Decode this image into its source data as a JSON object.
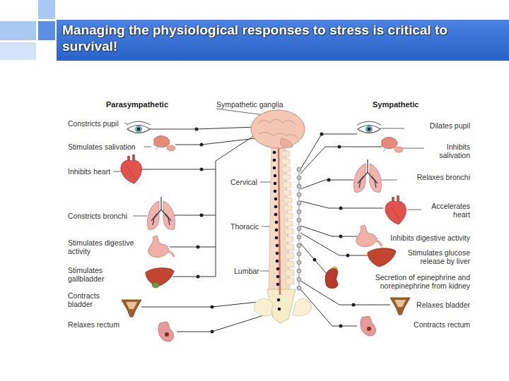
{
  "diagram": {
    "title": "Managing the physiological responses to stress is critical to survival!",
    "labels": [
      "Parasympathetic",
      "Sympathetic ganglia",
      "Sympathetic",
      "Constricts pupil",
      "Stimulates salivation",
      "Inhibits heart",
      "Constricts bronchi",
      "Stimulates digestive activity",
      "Stimulates gallbladder",
      "Contracts bladder",
      "Relaxes rectum",
      "Cervical",
      "Thoracic",
      "Lumbar",
      "Dilates pupil",
      "Inhibits salivation",
      "Relaxes bronchi",
      "Accelerates heart",
      "Inhibits digestive activity",
      "Stimulates glucose release by liver",
      "Secretion of epinephrine and norepinephrine from kidney",
      "Relaxes bladder",
      "Contracts rectum"
    ]
  }
}
